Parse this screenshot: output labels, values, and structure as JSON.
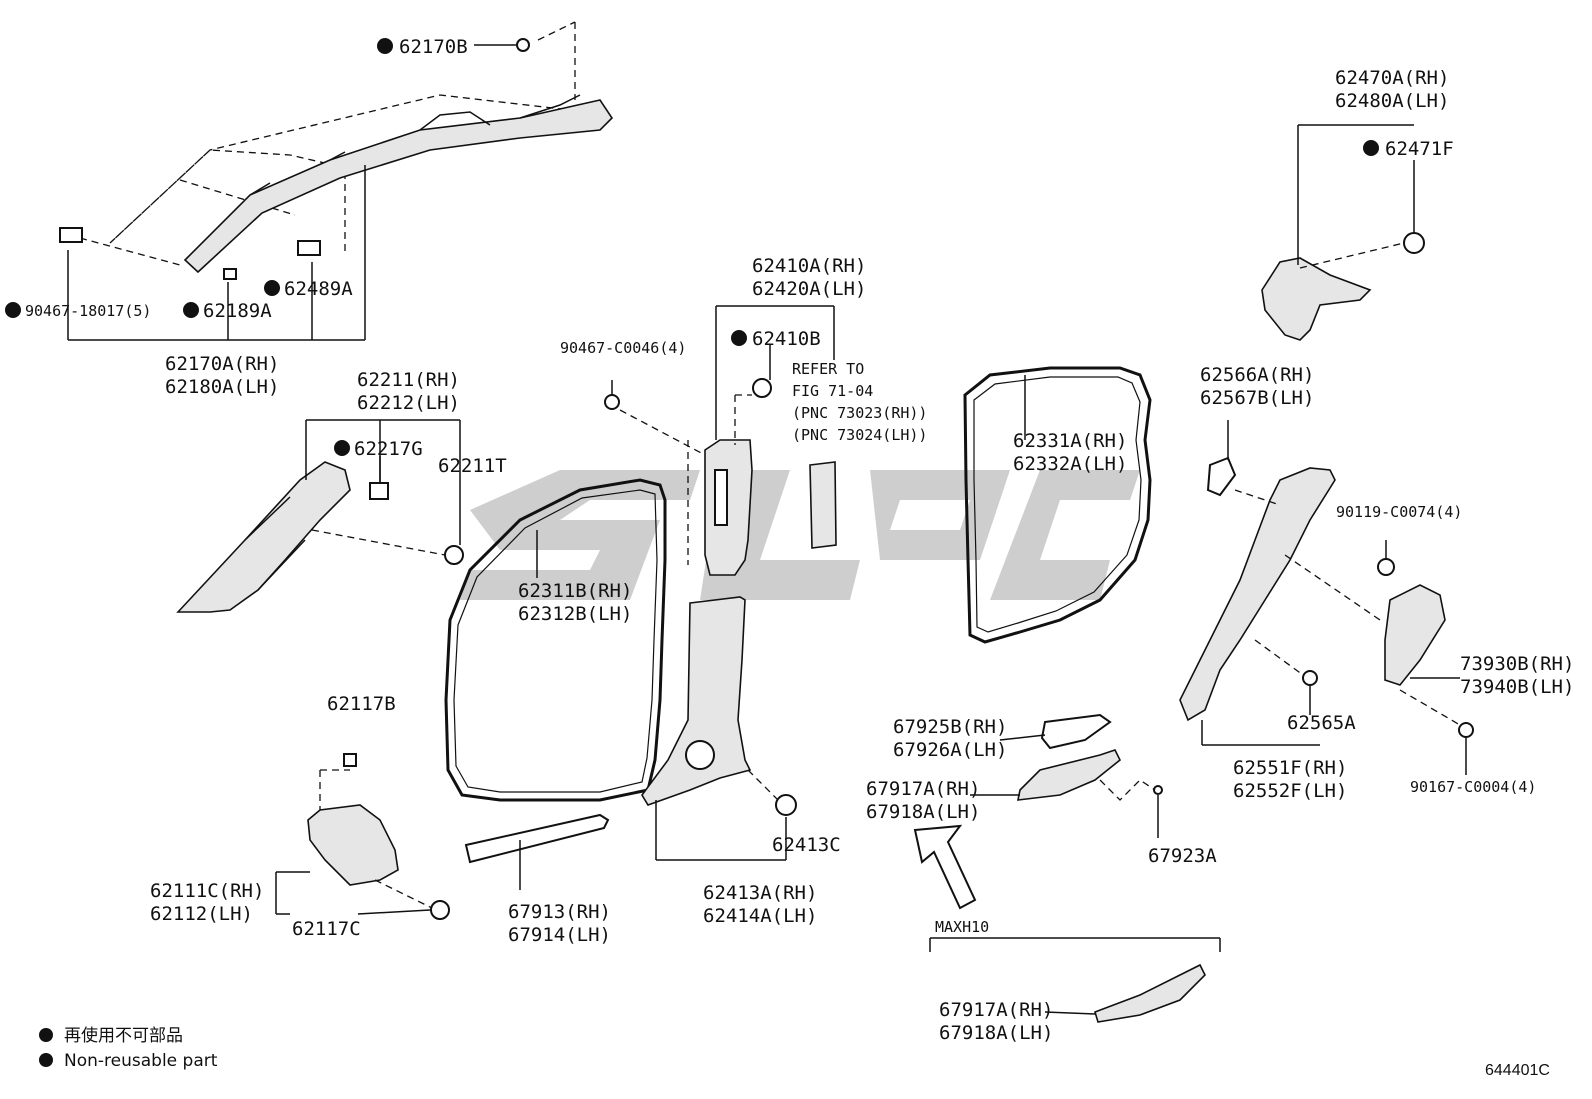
{
  "parts": {
    "p62170B": "62170B",
    "p90467_18017": "90467-18017(5)",
    "p62189A": "62189A",
    "p62489A": "62489A",
    "p62170A_rh": "62170A(RH)",
    "p62180A_lh": "62180A(LH)",
    "p62211_rh": "62211(RH)",
    "p62212_lh": "62212(LH)",
    "p62217G": "62217G",
    "p62211T": "62211T",
    "p62117B": "62117B",
    "p62111C_rh": "62111C(RH)",
    "p62112_lh": "62112(LH)",
    "p62117C": "62117C",
    "p90467_C0046": "90467-C0046(4)",
    "p62410A_rh": "62410A(RH)",
    "p62420A_lh": "62420A(LH)",
    "p62410B": "62410B",
    "refer_1": "REFER TO",
    "refer_2": "FIG 71-04",
    "refer_3": "(PNC 73023(RH))",
    "refer_4": "(PNC 73024(LH))",
    "p62311B_rh": "62311B(RH)",
    "p62312B_lh": "62312B(LH)",
    "p67913_rh": "67913(RH)",
    "p67914_lh": "67914(LH)",
    "p62413C": "62413C",
    "p62413A_rh": "62413A(RH)",
    "p62414A_lh": "62414A(LH)",
    "p62331A_rh": "62331A(RH)",
    "p62332A_lh": "62332A(LH)",
    "p67925B_rh": "67925B(RH)",
    "p67926A_lh": "67926A(LH)",
    "p67917A_rh": "67917A(RH)",
    "p67918A_lh": "67918A(LH)",
    "p67923A": "67923A",
    "maxh10": "MAXH10",
    "p67917A_rh_2": "67917A(RH)",
    "p67918A_lh_2": "67918A(LH)",
    "p62470A_rh": "62470A(RH)",
    "p62480A_lh": "62480A(LH)",
    "p62471F": "62471F",
    "p62566A_rh": "62566A(RH)",
    "p62567B_lh": "62567B(LH)",
    "p90119_C0074": "90119-C0074(4)",
    "p73930B_rh": "73930B(RH)",
    "p73940B_lh": "73940B(LH)",
    "p62565A": "62565A",
    "p62551F_rh": "62551F(RH)",
    "p62552F_lh": "62552F(LH)",
    "p90167_C0004": "90167-C0004(4)"
  },
  "legend": {
    "non_reusable_cn": "再使用不可部品",
    "non_reusable_en": "Non-reusable part"
  },
  "figure_code": "644401C",
  "colors": {
    "line": "#111111",
    "part_fill": "#e6e6e6",
    "watermark": "#bdbdbd"
  }
}
